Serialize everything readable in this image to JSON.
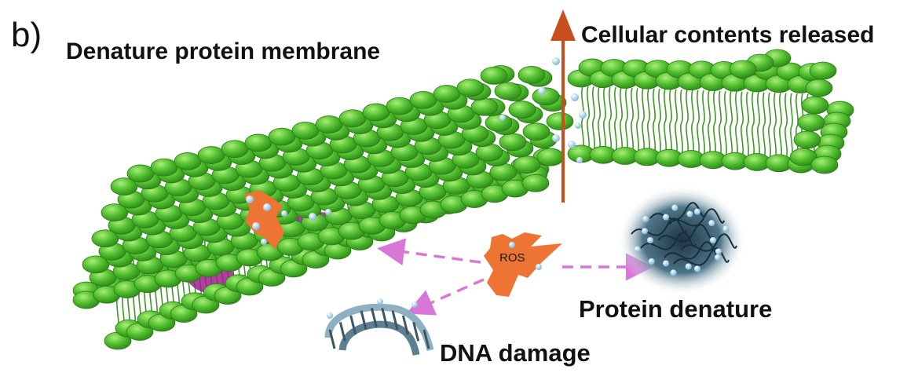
{
  "panel_letter": "b)",
  "labels": {
    "denature_membrane": "Denature protein membrane",
    "contents_released": "Cellular contents released",
    "protein_denature": "Protein denature",
    "dna_damage": "DNA damage",
    "ros": "ROS"
  },
  "colors": {
    "lipid_head": "#4cbb2c",
    "lipid_head_highlight": "#8fe060",
    "lipid_tail": "#3f9a22",
    "ros": "#ee7433",
    "arrow_release": "#c8501e",
    "dashed_arrow": "#d977d9",
    "damaged_protein": "#a0208c",
    "ros_droplet": "#a9d6ec",
    "dna": "#7d9cad"
  }
}
